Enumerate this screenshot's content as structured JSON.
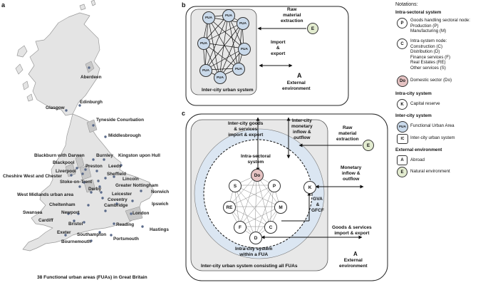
{
  "panels": {
    "a": "a",
    "b": "b",
    "c": "c"
  },
  "map": {
    "caption": "38 Functional urban areas (FUAs) in Great Britain",
    "cities": {
      "aberdeen": "Aberdeen",
      "glasgow": "Glasgow",
      "edinburgh": "Edinburgh",
      "tyneside": "Tyneside Conurbation",
      "middlesbrough": "Middlesbrough",
      "blackburn": "Blackburn with Darwen",
      "burnley": "Burnley",
      "kingston": "Kingston upon Hull",
      "blackpool": "Blackpool",
      "preston": "Preston",
      "leeds": "Leeds",
      "liverpool": "Liverpool",
      "sheffield": "Sheffield",
      "cheshire": "Cheshire West and Chester",
      "lincoln": "Lincoln",
      "stoke": "Stoke-on-Trent",
      "greater_nottingham": "Greater Nottingham",
      "derby": "Derby",
      "norwich": "Norwich",
      "west_midlands": "West Midlands urban area",
      "leicester": "Leicester",
      "coventry": "Coventry",
      "ipswich": "Ipswich",
      "cheltenham": "Cheltenham",
      "cambridge": "Cambridge",
      "swansea": "Swansea",
      "newport": "Newport",
      "london": "London",
      "cardiff": "Cardiff",
      "bristol": "Bristol",
      "reading": "Reading",
      "hastings": "Hastings",
      "exeter": "Exeter",
      "southampton": "Southampton",
      "bournemouth": "Bournemouth",
      "portsmouth": "Portsmouth"
    }
  },
  "panel_b": {
    "fua_label": "FUA",
    "inner_caption": "Inter-city urban system",
    "raw_material": "Raw\nmaterial\nextraction",
    "import_export": "Import\n&\nexport",
    "a_label": "A",
    "external_env": "External\nenvironment",
    "e_node": "E"
  },
  "panel_c": {
    "goods_services_top": "Inter-city goods\n& services\nimport & export",
    "monetary_top": "Inter-city\nmonetary\ninflow &\noutflow",
    "raw_material": "Raw\nmaterial\nextraction",
    "monetary_right": "Monetary\ninflow &\noutflow",
    "gva": "GVA\n&\nGFCF",
    "goods_services_right": "Goods & services\nimport & export",
    "intra_sectoral": "Intra-sectoral\nsystem",
    "intra_city": "Intra-city system\nwithin a FUA",
    "outer_caption": "Inter-city urban system consisting all FUAs",
    "a_label": "A",
    "external_env": "External\nenvironment",
    "nodes": {
      "do": "Do",
      "s": "S",
      "p": "P",
      "re": "RE",
      "m": "M",
      "f": "F",
      "c": "C",
      "d": "D",
      "k": "K",
      "e": "E"
    }
  },
  "legend": {
    "title": "Notations:",
    "intra_sectoral_header": "Intra-sectoral system",
    "p_icon": "P",
    "p_text": "Goods handling sectoral node:\nProduction (P)\nManufacturing (M)",
    "c_icon": "C",
    "c_text": "Intra-system node:\nConstruction (C)\nDistribution (D)\nFinance services (F)\nReal Estates (RE)\nOther services (S)",
    "do_icon": "Do",
    "do_text": "Domestic sector (Do)",
    "intra_city_header": "Intra-city system",
    "k_icon": "K",
    "k_text": "Capital reserve",
    "inter_city_header": "Inter-city system",
    "fua_icon": "FUA",
    "fua_text": "Functional Urban Area",
    "ic_icon": "IC",
    "ic_text": "Inter-city urban system",
    "external_header": "External environment",
    "a_icon": "A",
    "a_text": "Abroad",
    "e_icon": "E",
    "e_text": "Natural environment",
    "colors": {
      "fua": "#c9d9ea",
      "domestic": "#e6c3c3",
      "natural": "#e3ecd0",
      "panel_gray": "#e8e8e8",
      "fua_area": "#dbe6f2"
    }
  }
}
